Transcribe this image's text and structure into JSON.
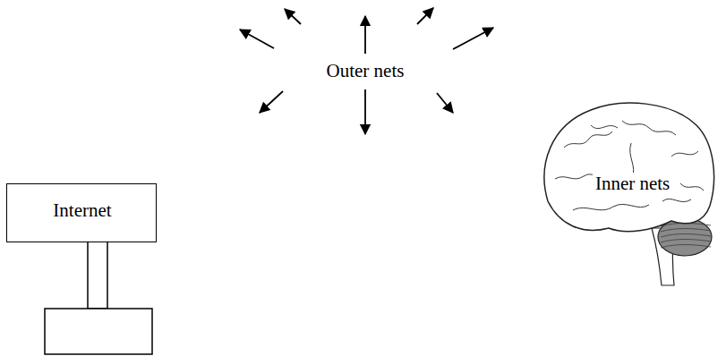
{
  "diagram": {
    "nodes": [
      {
        "text": [
          "Internet"
        ]
      },
      {
        "text": [
          "Inner nets"
        ]
      }
    ],
    "labels": [
      "Outer nets"
    ]
  }
}
